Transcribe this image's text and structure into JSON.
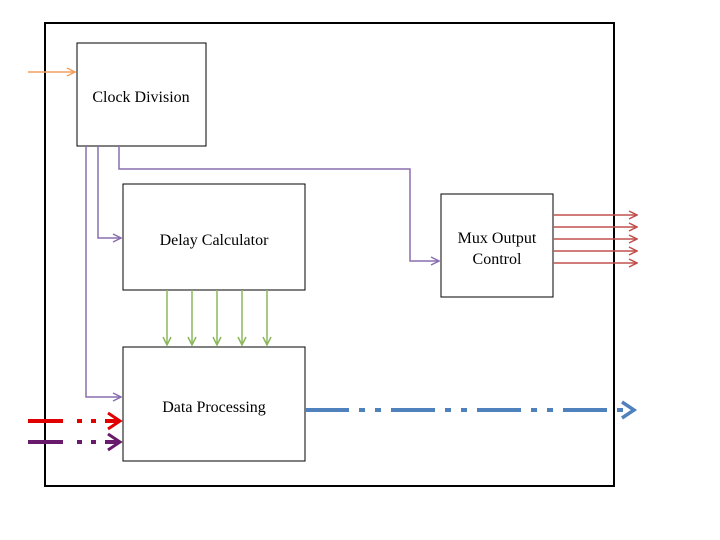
{
  "blocks": {
    "clock_division": {
      "lines": [
        "Clock Division"
      ]
    },
    "delay_calculator": {
      "lines": [
        "Delay Calculator"
      ]
    },
    "mux_output_control": {
      "lines": [
        "Mux Output",
        "Control"
      ]
    },
    "data_processing": {
      "lines": [
        "Data Processing"
      ]
    }
  },
  "colors": {
    "clock_input": "#f0a060",
    "clock_lines": "#8a6fb0",
    "delay_bus": "#8ab85a",
    "mux_outputs": "#c0504d",
    "data_output": "#4f81bd",
    "input_red": "#e00000",
    "input_purple": "#6a1a6a"
  }
}
